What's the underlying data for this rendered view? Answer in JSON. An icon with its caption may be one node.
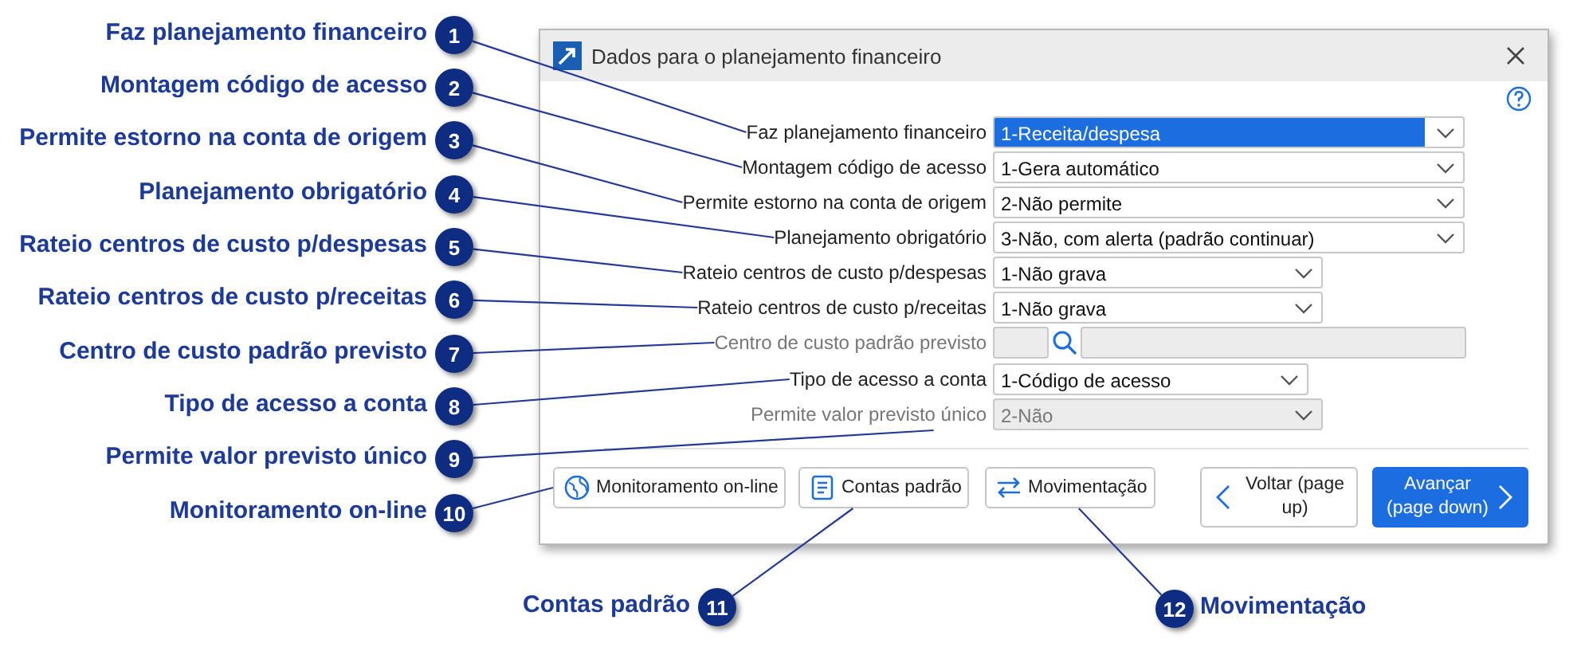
{
  "diagram": {
    "nodes": [
      {
        "text": [
          "1"
        ],
        "beside": [
          "Faz planejamento financeiro"
        ]
      },
      {
        "text": [
          "2"
        ],
        "beside": [
          "Montagem código de acesso"
        ]
      },
      {
        "text": [
          "3"
        ],
        "beside": [
          "Permite estorno na conta de origem"
        ]
      },
      {
        "text": [
          "4"
        ],
        "beside": [
          "Planejamento obrigatório"
        ]
      },
      {
        "text": [
          "5"
        ],
        "beside": [
          "Rateio centros de custo p/despesas"
        ]
      },
      {
        "text": [
          "6"
        ],
        "beside": [
          "Rateio centros de custo p/receitas"
        ]
      },
      {
        "text": [
          "7"
        ],
        "beside": [
          "Centro de custo padrão previsto"
        ]
      },
      {
        "text": [
          "8"
        ],
        "beside": [
          "Tipo de acesso a conta"
        ]
      },
      {
        "text": [
          "9"
        ],
        "beside": [
          "Permite valor previsto único"
        ]
      },
      {
        "text": [
          "10"
        ],
        "beside": [
          "Monitoramento on-line"
        ]
      },
      {
        "text": [
          "Dados para o planejamento financeiro"
        ]
      },
      {
        "text": [
          "Faz planejamento financeiro",
          "1-Receita/despesa"
        ],
        "in": 10
      },
      {
        "text": [
          "Montagem código de acesso",
          "1-Gera automático"
        ],
        "in": 10
      },
      {
        "text": [
          "Permite estorno na conta de origem",
          "2-Não permite"
        ],
        "in": 10
      },
      {
        "text": [
          "Planejamento obrigatório",
          "3-Não, com alerta (padrão continuar)"
        ],
        "in": 10
      },
      {
        "text": [
          "Rateio centros de custo p/despesas",
          "1-Não grava"
        ],
        "in": 10
      },
      {
        "text": [
          "Rateio centros de custo p/receitas",
          "1-Não grava"
        ],
        "in": 10
      },
      {
        "text": [
          "Centro de custo padrão previsto"
        ],
        "in": 10
      },
      {
        "text": [
          "Tipo de acesso a conta",
          "1-Código de acesso"
        ],
        "in": 10
      },
      {
        "text": [
          "Permite valor previsto único",
          "2-Não"
        ],
        "in": 10
      },
      {
        "text": [
          "Monitoramento on-line"
        ],
        "in": 10
      },
      {
        "text": [
          "Contas padrão"
        ],
        "in": 10
      },
      {
        "text": [
          "Movimentação"
        ],
        "in": 10
      },
      {
        "text": [
          "Voltar (page up)"
        ],
        "in": 10
      },
      {
        "text": [
          "Avançar (page down)"
        ],
        "in": 10
      },
      {
        "text": [
          "11"
        ],
        "beside": [
          "Contas padrão"
        ]
      },
      {
        "text": [
          "12"
        ],
        "beside": [
          "Movimentação"
        ]
      }
    ],
    "edges": [
      {
        "from": 0,
        "to": 11,
        "arrow": "none"
      },
      {
        "from": 1,
        "to": 12,
        "arrow": "none"
      },
      {
        "from": 2,
        "to": 13,
        "arrow": "none"
      },
      {
        "from": 3,
        "to": 14,
        "arrow": "none"
      },
      {
        "from": 4,
        "to": 15,
        "arrow": "none"
      },
      {
        "from": 5,
        "to": 16,
        "arrow": "none"
      },
      {
        "from": 6,
        "to": 17,
        "arrow": "none"
      },
      {
        "from": 7,
        "to": 18,
        "arrow": "none"
      },
      {
        "from": 8,
        "to": 19,
        "arrow": "none"
      },
      {
        "from": 9,
        "to": 20,
        "arrow": "none"
      },
      {
        "from": 25,
        "to": 21,
        "arrow": "none"
      },
      {
        "from": 26,
        "to": 22,
        "arrow": "none"
      }
    ]
  }
}
